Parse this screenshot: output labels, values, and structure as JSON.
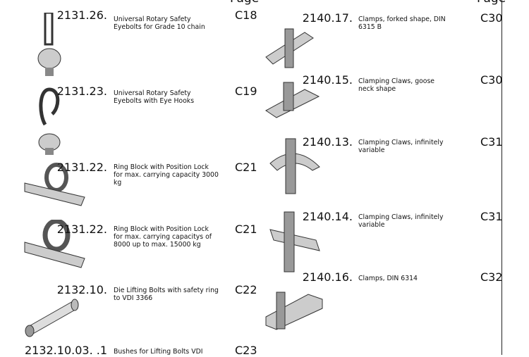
{
  "header": {
    "page_label_left": "Page",
    "page_label_right": "Page"
  },
  "left": [
    {
      "number": "2131.26.",
      "desc": "Universal Rotary Safety Eyebolts for Grade 10 chain",
      "page": "C18"
    },
    {
      "number": "2131.23.",
      "desc": "Universal Rotary Safety Eyebolts with Eye Hooks",
      "page": "C19"
    },
    {
      "number": "2131.22.",
      "desc": "Ring Block with Position Lock for max. carrying capacity 3000 kg",
      "page": "C21"
    },
    {
      "number": "2131.22.",
      "desc": "Ring Block with Position Lock for max. carrying capacitys of 8000 up to max. 15000 kg",
      "page": "C21"
    },
    {
      "number": "2132.10.",
      "desc": "Die Lifting Bolts with safety ring to VDI 3366",
      "page": "C22"
    },
    {
      "number": "2132.10.03. .1",
      "desc": "Bushes for Lifting Bolts VDI",
      "page": "C23"
    }
  ],
  "right": [
    {
      "number": "2140.17.",
      "desc": "Clamps, forked shape, DIN 6315 B",
      "page": "C30"
    },
    {
      "number": "2140.15.",
      "desc": "Clamping Claws, goose neck shape",
      "page": "C30"
    },
    {
      "number": "2140.13.",
      "desc": "Clamping Claws, infinitely variable",
      "page": "C31"
    },
    {
      "number": "2140.14.",
      "desc": "Clamping Claws, infinitely variable",
      "page": "C31"
    },
    {
      "number": "2140.16.",
      "desc": "Clamps, DIN 6314",
      "page": "C32"
    }
  ]
}
